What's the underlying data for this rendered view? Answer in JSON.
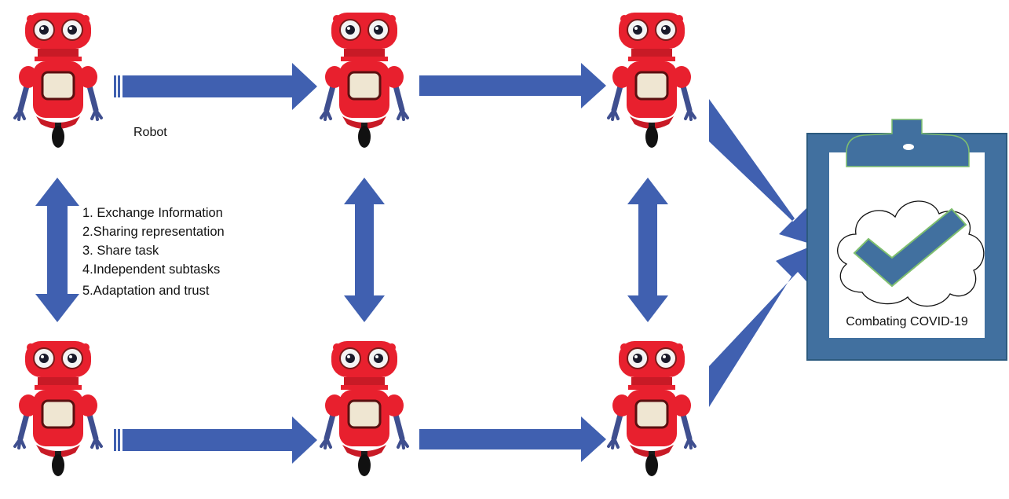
{
  "robot_label": "Robot",
  "interaction_steps": [
    "1. Exchange Information",
    "2.Sharing representation",
    "3. Share task",
    "4.Independent subtasks",
    "5.Adaptation and trust"
  ],
  "result_label": "Combating COVID-19",
  "colors": {
    "arrow": "#4060b0",
    "robot_body": "#e8202e",
    "robot_screen": "#efe6d2",
    "robot_arm": "#3f4f8f",
    "clipboard_frame": "#41709f",
    "clipboard_border": "#2c5a7e",
    "clipboard_clip_outline": "#7fbf6f",
    "check_fill": "#41709f",
    "check_outline": "#7fbf6f"
  },
  "icons": {
    "robot": "robot-icon",
    "clipboard": "clipboard-icon",
    "checkmark": "checkmark-icon",
    "cloud": "cloud-icon"
  }
}
